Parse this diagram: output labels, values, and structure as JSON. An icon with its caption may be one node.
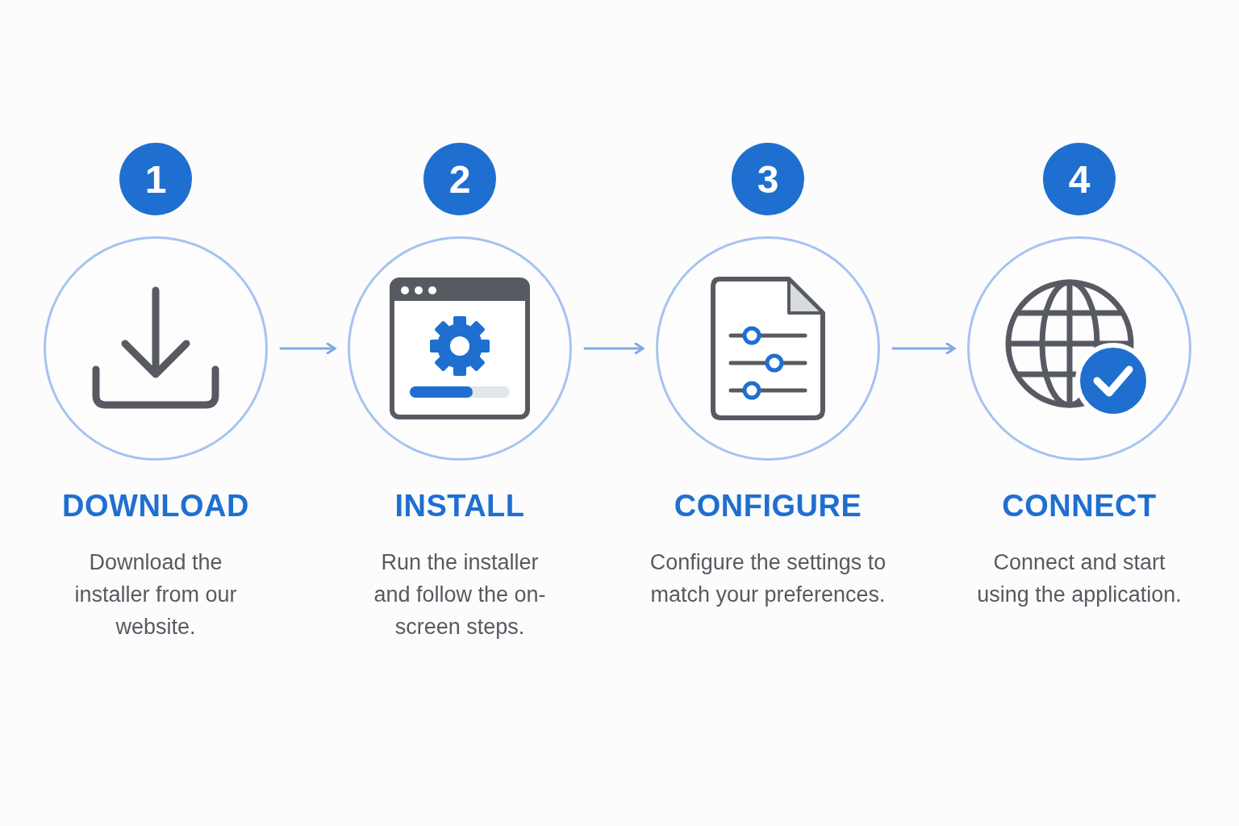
{
  "diagram": {
    "nodes": [
      {
        "text": [
          "1"
        ]
      },
      {
        "text": [
          "2"
        ]
      },
      {
        "text": [
          "3"
        ]
      },
      {
        "text": [
          "4"
        ]
      },
      {
        "text": [
          "DOWNLOAD",
          "Download the installer from our website."
        ]
      },
      {
        "text": [
          "INSTALL",
          "Run the installer and follow the on-screen steps."
        ]
      },
      {
        "text": [
          "CONFIGURE",
          "Configure the settings to match your preferences."
        ]
      },
      {
        "text": [
          "CONNECT",
          "Connect and start using the application."
        ]
      }
    ],
    "edges": [
      {
        "from": 4,
        "to": 5,
        "arrow": "to"
      },
      {
        "from": 5,
        "to": 6,
        "arrow": "to"
      },
      {
        "from": 6,
        "to": 7,
        "arrow": "to"
      }
    ]
  }
}
